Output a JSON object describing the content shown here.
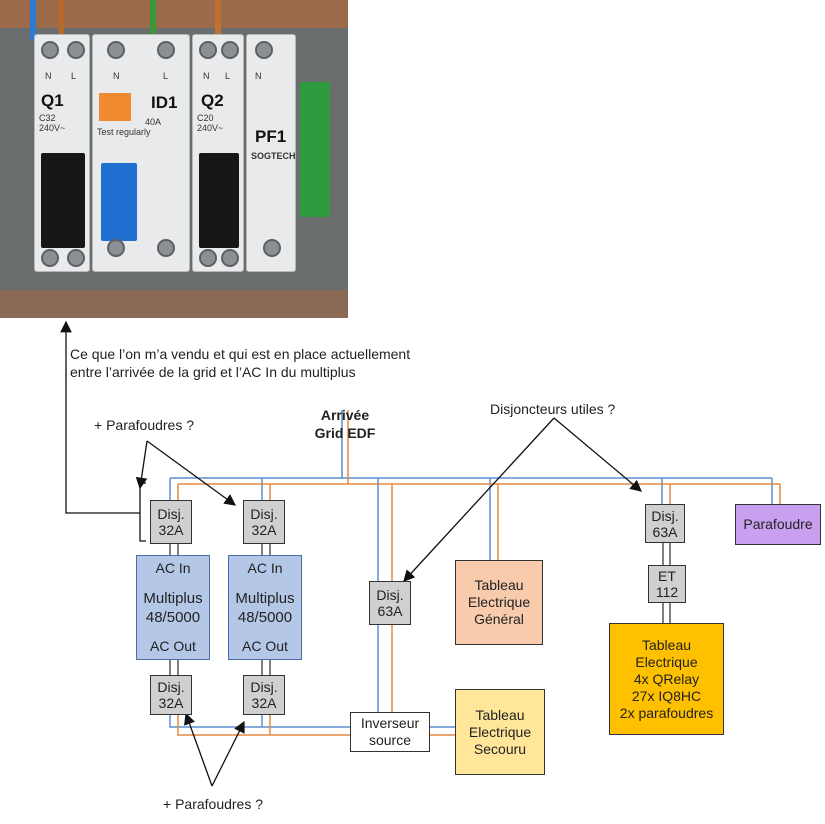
{
  "photo": {
    "breakers": [
      {
        "id": "Q1",
        "rating": "C32",
        "voltage": "240V~",
        "terminals": [
          "N",
          "L"
        ]
      },
      {
        "id": "ID1",
        "rating": "40A",
        "note": "Test regularly",
        "terminals": [
          "N",
          "L"
        ]
      },
      {
        "id": "Q2",
        "rating": "C20",
        "voltage": "240V~",
        "terminals": [
          "N",
          "L"
        ]
      },
      {
        "id": "PF1",
        "brand": "SOGTECH",
        "terminals": [
          "N"
        ]
      }
    ]
  },
  "annotations": {
    "photo_caption_line1": "Ce que l’on m’a vendu et qui est en place actuellement",
    "photo_caption_line2": "entre l’arrivée de la grid et l’AC In du multiplus",
    "parafoudres_top": "+ Parafoudres ?",
    "parafoudres_bottom": "+ Parafoudres ?",
    "disjoncteurs_utiles": "Disjoncteurs utiles ?",
    "arrivee_line1": "Arrivée",
    "arrivee_line2": "Grid EDF"
  },
  "boxes": {
    "disj_in_1": [
      "Disj.",
      "32A"
    ],
    "disj_in_2": [
      "Disj.",
      "32A"
    ],
    "mp1": {
      "top": "AC In",
      "line1": "Multiplus",
      "line2": "48/5000",
      "bottom": "AC Out"
    },
    "mp2": {
      "top": "AC In",
      "line1": "Multiplus",
      "line2": "48/5000",
      "bottom": "AC Out"
    },
    "disj_out_1": [
      "Disj.",
      "32A"
    ],
    "disj_out_2": [
      "Disj.",
      "32A"
    ],
    "disj_63_mid": [
      "Disj.",
      "63A"
    ],
    "inverseur": [
      "Inverseur",
      "source"
    ],
    "tableau_general": [
      "Tableau",
      "Electrique",
      "Général"
    ],
    "tableau_secours": [
      "Tableau",
      "Electrique",
      "Secouru"
    ],
    "disj_63_right": [
      "Disj.",
      "63A"
    ],
    "et112": [
      "ET",
      "112"
    ],
    "tableau_pv": [
      "Tableau",
      "Electrique",
      "4x QRelay",
      "27x IQ8HC",
      "2x parafoudres"
    ],
    "parafoudre": [
      "Parafoudre"
    ]
  },
  "colors": {
    "wire_blue": "#5b8fd0",
    "wire_orange": "#e08a45",
    "disj_fill": "#d0d0d0",
    "multiplus_fill": "#b4c7e7",
    "tableau_general_fill": "#f8cbad",
    "tableau_secours_fill": "#ffe699",
    "tableau_pv_fill": "#ffc000",
    "parafoudre_fill": "#c9a0f0"
  }
}
